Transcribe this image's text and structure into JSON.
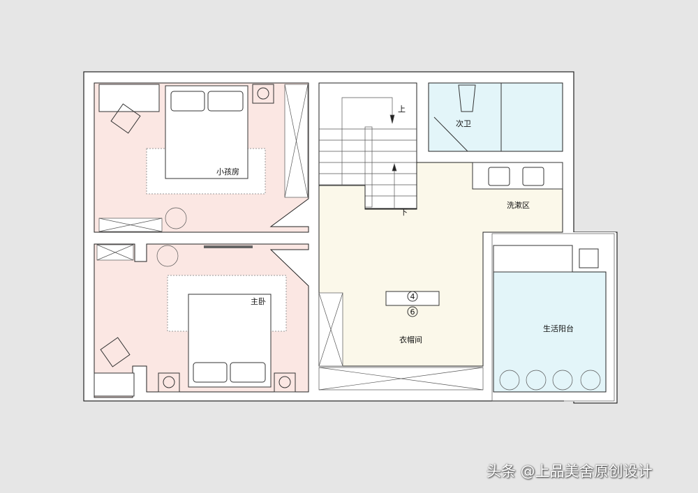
{
  "rooms": {
    "kids_room": "小孩房",
    "master_bedroom": "主卧",
    "secondary_bath": "次卫",
    "wash_area": "洗漱区",
    "cloakroom": "衣帽间",
    "utility_balcony": "生活阳台"
  },
  "stairs": {
    "up": "上",
    "down": "下"
  },
  "markers": {
    "top": "4",
    "bottom": "6"
  },
  "watermark": "头条 @上品美舍原创设计",
  "colors": {
    "bedroom": "#fbe7e3",
    "bath": "#e3f5f9",
    "hall": "#fbf8ea",
    "wall": "#ffffff",
    "background": "#e6e6e6"
  }
}
